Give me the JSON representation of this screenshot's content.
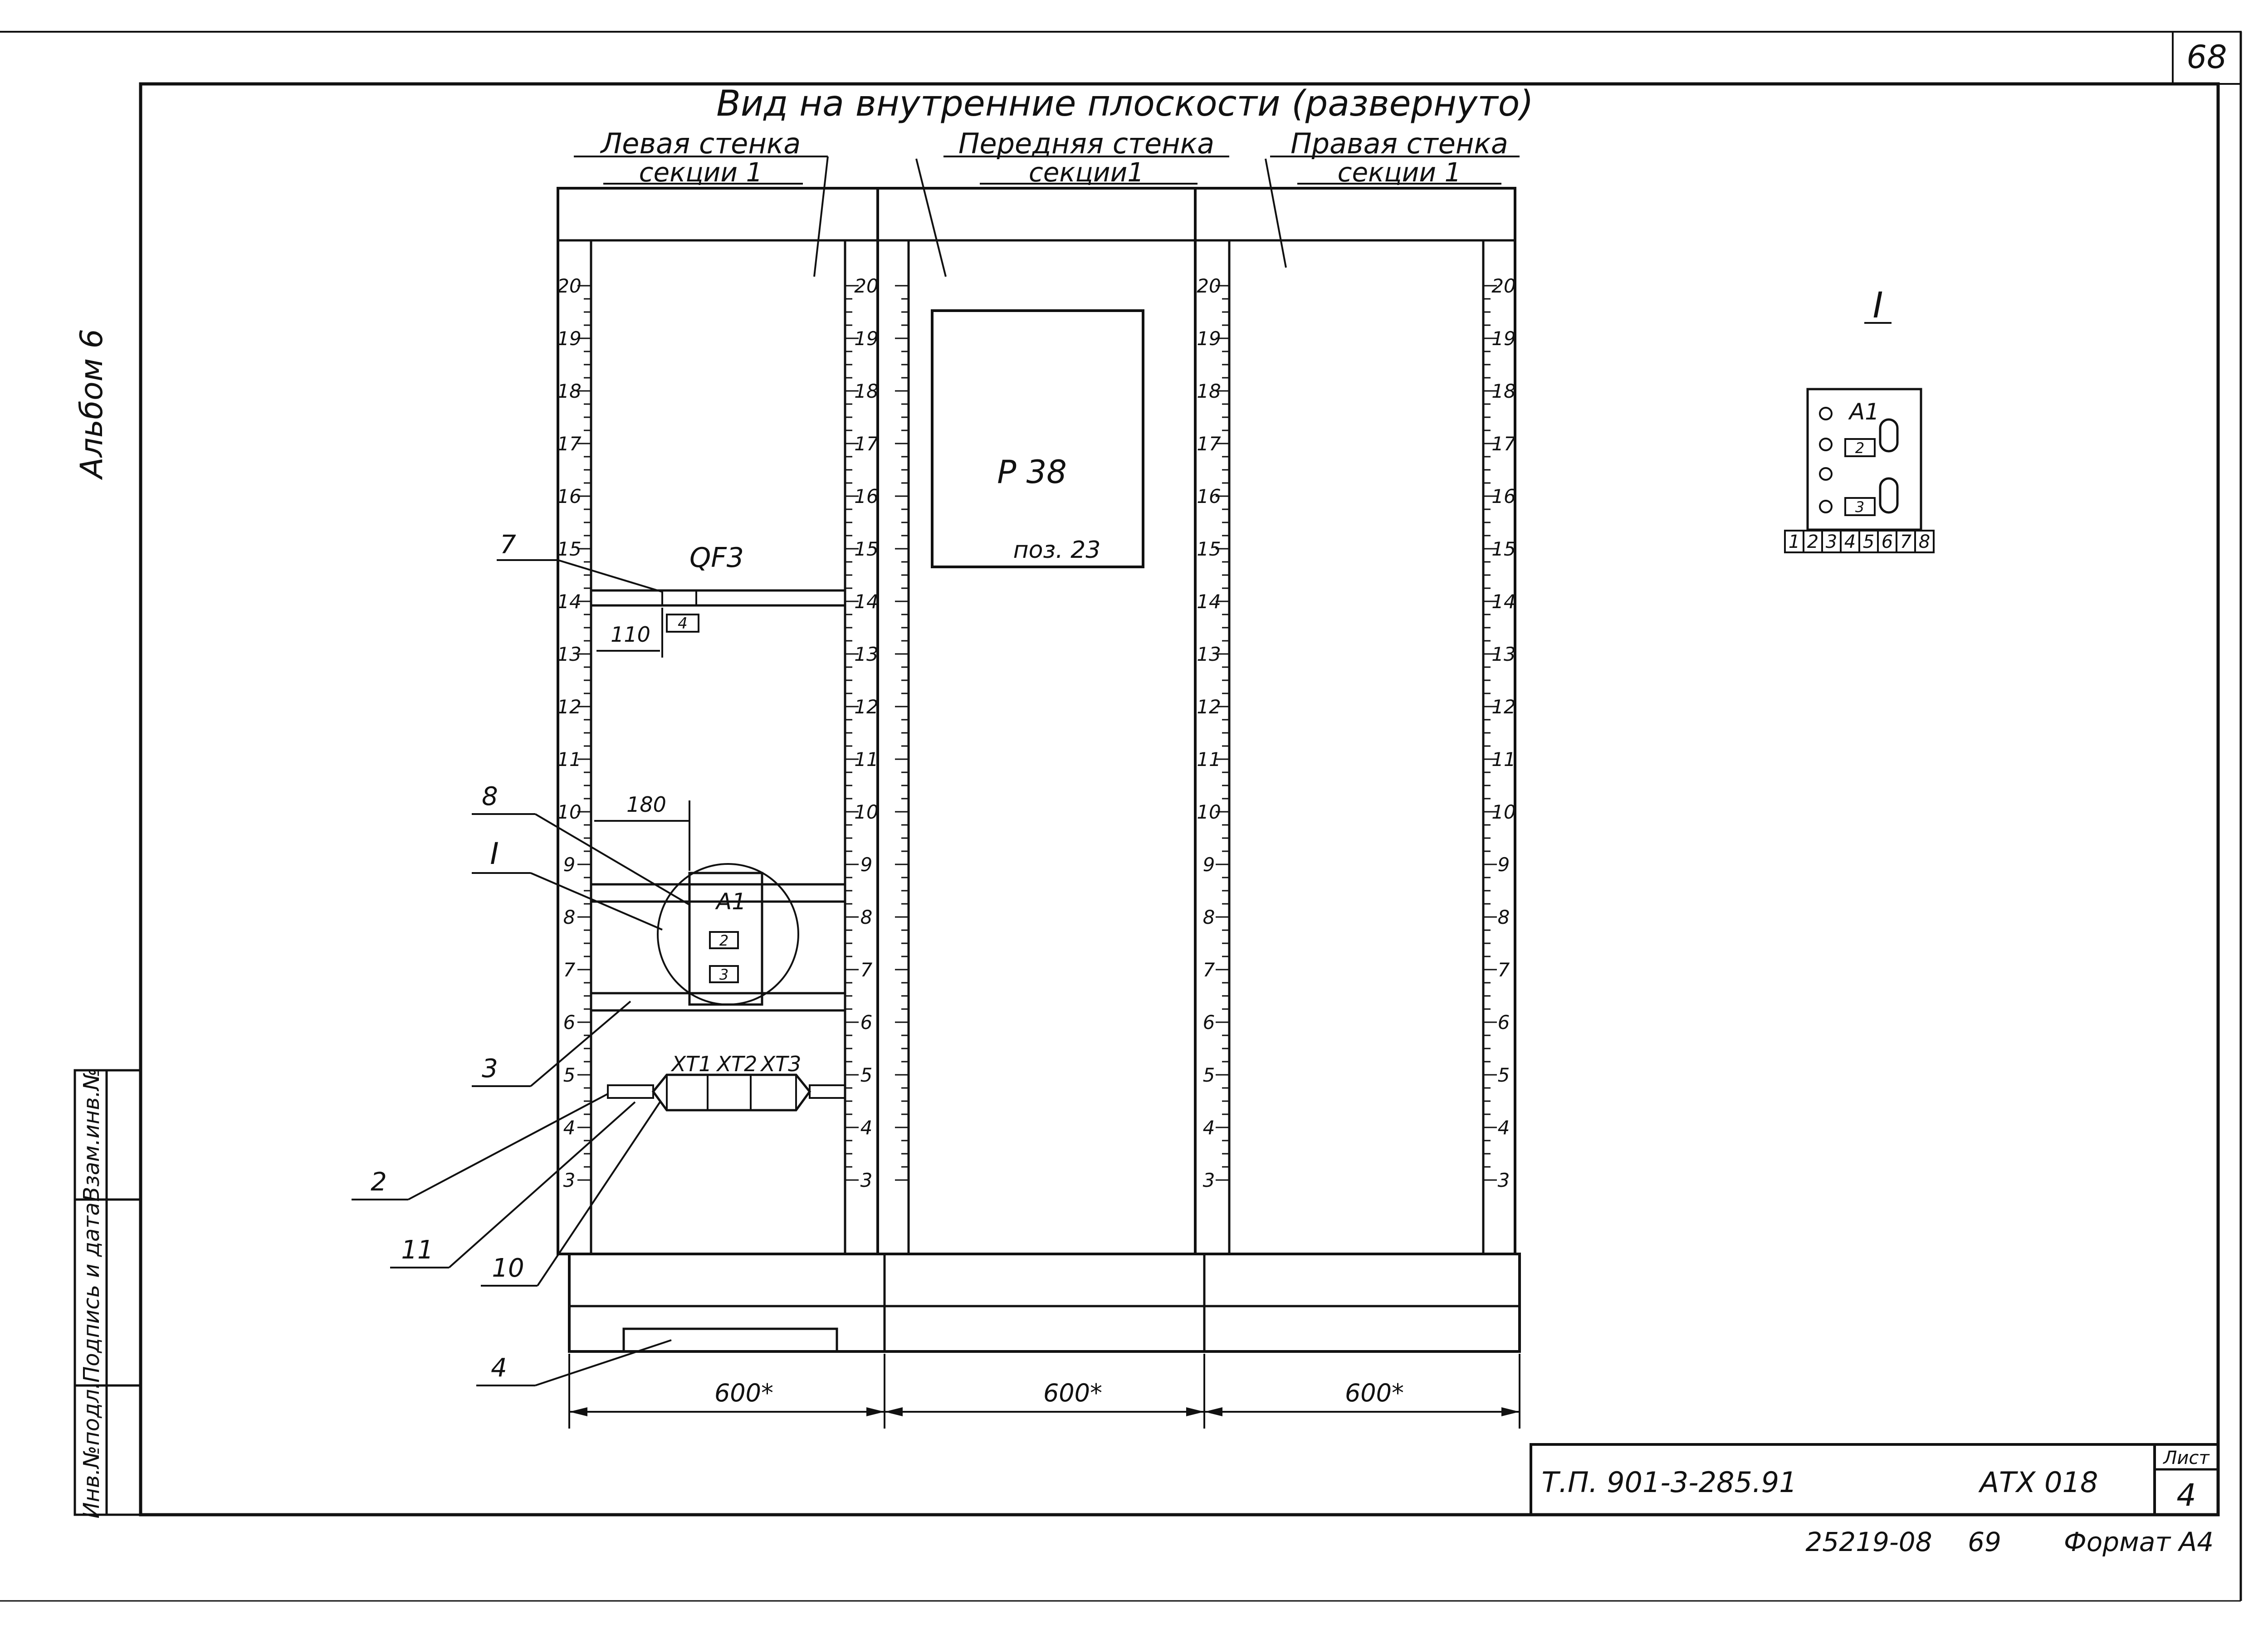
{
  "sheet_corner_number": "68",
  "side_album": "Альбом 6",
  "side_stamp": {
    "col1": "Инв.№подл.",
    "col2": "Подпись и дата",
    "col3": "Взам.инв.№"
  },
  "view_title": "Вид на внутренние плоскости (развернуто)",
  "walls": {
    "left": {
      "line1": "Левая стенка",
      "line2": "секции 1"
    },
    "front": {
      "line1": "Передняя стенка",
      "line2": "секции1"
    },
    "right": {
      "line1": "Правая стенка",
      "line2": "секции 1"
    }
  },
  "scale_numbers": [
    "20",
    "19",
    "18",
    "17",
    "16",
    "15",
    "14",
    "13",
    "12",
    "11",
    "10",
    "9",
    "8",
    "7",
    "6",
    "5",
    "4",
    "3"
  ],
  "device_p38": {
    "label": "Р 38",
    "pos": "поз. 23"
  },
  "qf3": {
    "label": "QF3",
    "box": "4",
    "dim": "110"
  },
  "a1_block": {
    "label": "A1",
    "box2": "2",
    "box3": "3",
    "dim": "180"
  },
  "terminals": {
    "xt1": "XT1",
    "xt2": "XT2",
    "xt3": "XT3"
  },
  "leaders": {
    "n7": "7",
    "n8": "8",
    "nI": "I",
    "n3": "3",
    "n2": "2",
    "n11": "11",
    "n10": "10",
    "n4": "4"
  },
  "dims_bottom": [
    "600*",
    "600*",
    "600*"
  ],
  "detail_I": {
    "title": "I",
    "label": "A1",
    "box2": "2",
    "box3": "3",
    "terminal_numbers": [
      "1",
      "2",
      "3",
      "4",
      "5",
      "6",
      "7",
      "8"
    ]
  },
  "title_block": {
    "code": "Т.П. 901-3-285.91",
    "mark": "АТХ 018",
    "sheet_label": "Лист",
    "sheet_number": "4"
  },
  "footer": {
    "number": "25219-08",
    "page": "69",
    "format": "Формат А4"
  }
}
